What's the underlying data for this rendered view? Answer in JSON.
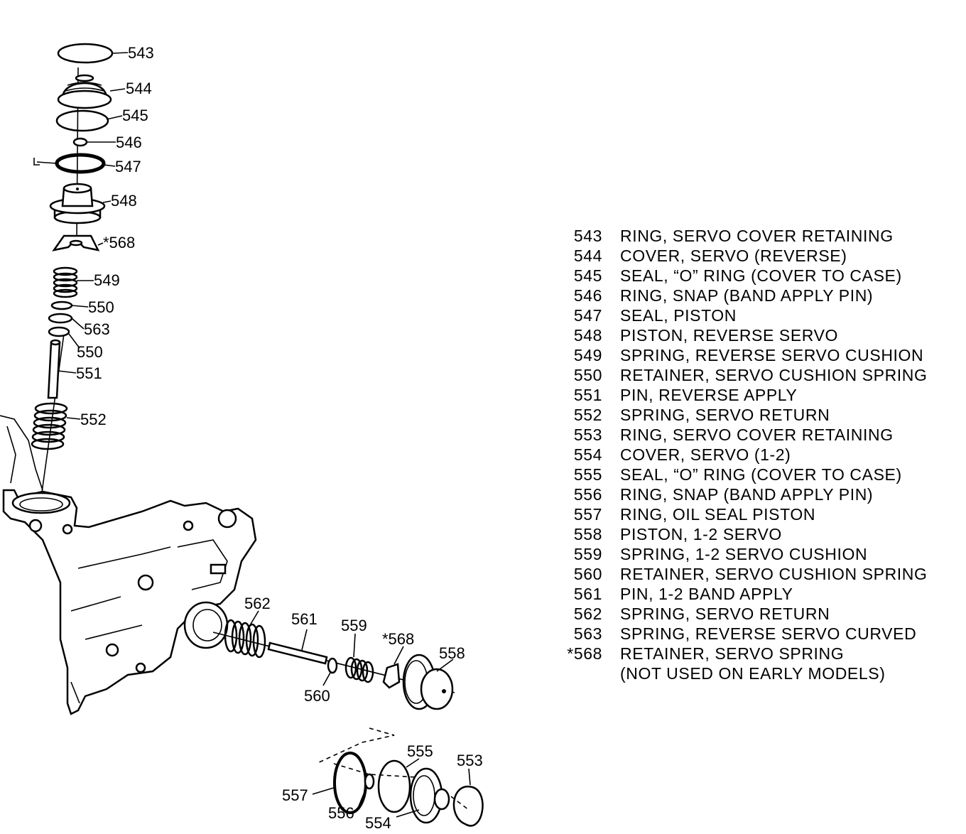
{
  "callouts": {
    "c543": "543",
    "c544": "544",
    "c545": "545",
    "c546": "546",
    "c547": "547",
    "c548": "548",
    "c568a": "*568",
    "c549": "549",
    "c550a": "550",
    "c563": "563",
    "c550b": "550",
    "c551": "551",
    "c552": "552",
    "c562": "562",
    "c561": "561",
    "c559": "559",
    "c568b": "*568",
    "c558": "558",
    "c560": "560",
    "c555": "555",
    "c553": "553",
    "c557": "557",
    "c556": "556",
    "c554": "554"
  },
  "legend": {
    "items": [
      {
        "num": "543",
        "desc": "RING, SERVO COVER RETAINING"
      },
      {
        "num": "544",
        "desc": "COVER, SERVO (REVERSE)"
      },
      {
        "num": "545",
        "desc": "SEAL, “O” RING (COVER TO CASE)"
      },
      {
        "num": "546",
        "desc": "RING, SNAP (BAND APPLY PIN)"
      },
      {
        "num": "547",
        "desc": "SEAL, PISTON"
      },
      {
        "num": "548",
        "desc": "PISTON, REVERSE SERVO"
      },
      {
        "num": "549",
        "desc": "SPRING, REVERSE SERVO CUSHION"
      },
      {
        "num": "550",
        "desc": "RETAINER, SERVO CUSHION SPRING"
      },
      {
        "num": "551",
        "desc": "PIN, REVERSE APPLY"
      },
      {
        "num": "552",
        "desc": "SPRING, SERVO RETURN"
      },
      {
        "num": "553",
        "desc": "RING, SERVO COVER RETAINING"
      },
      {
        "num": "554",
        "desc": "COVER, SERVO (1-2)"
      },
      {
        "num": "555",
        "desc": "SEAL, “O” RING (COVER TO CASE)"
      },
      {
        "num": "556",
        "desc": "RING, SNAP (BAND APPLY PIN)"
      },
      {
        "num": "557",
        "desc": "RING, OIL SEAL PISTON"
      },
      {
        "num": "558",
        "desc": "PISTON, 1-2 SERVO"
      },
      {
        "num": "559",
        "desc": "SPRING, 1-2 SERVO CUSHION"
      },
      {
        "num": "560",
        "desc": "RETAINER, SERVO CUSHION SPRING"
      },
      {
        "num": "561",
        "desc": "PIN, 1-2 BAND APPLY"
      },
      {
        "num": "562",
        "desc": "SPRING, SERVO RETURN"
      },
      {
        "num": "563",
        "desc": "SPRING, REVERSE SERVO CURVED"
      },
      {
        "num": "*568",
        "desc": "RETAINER, SERVO SPRING"
      }
    ],
    "note": "(NOT USED ON EARLY MODELS)"
  }
}
